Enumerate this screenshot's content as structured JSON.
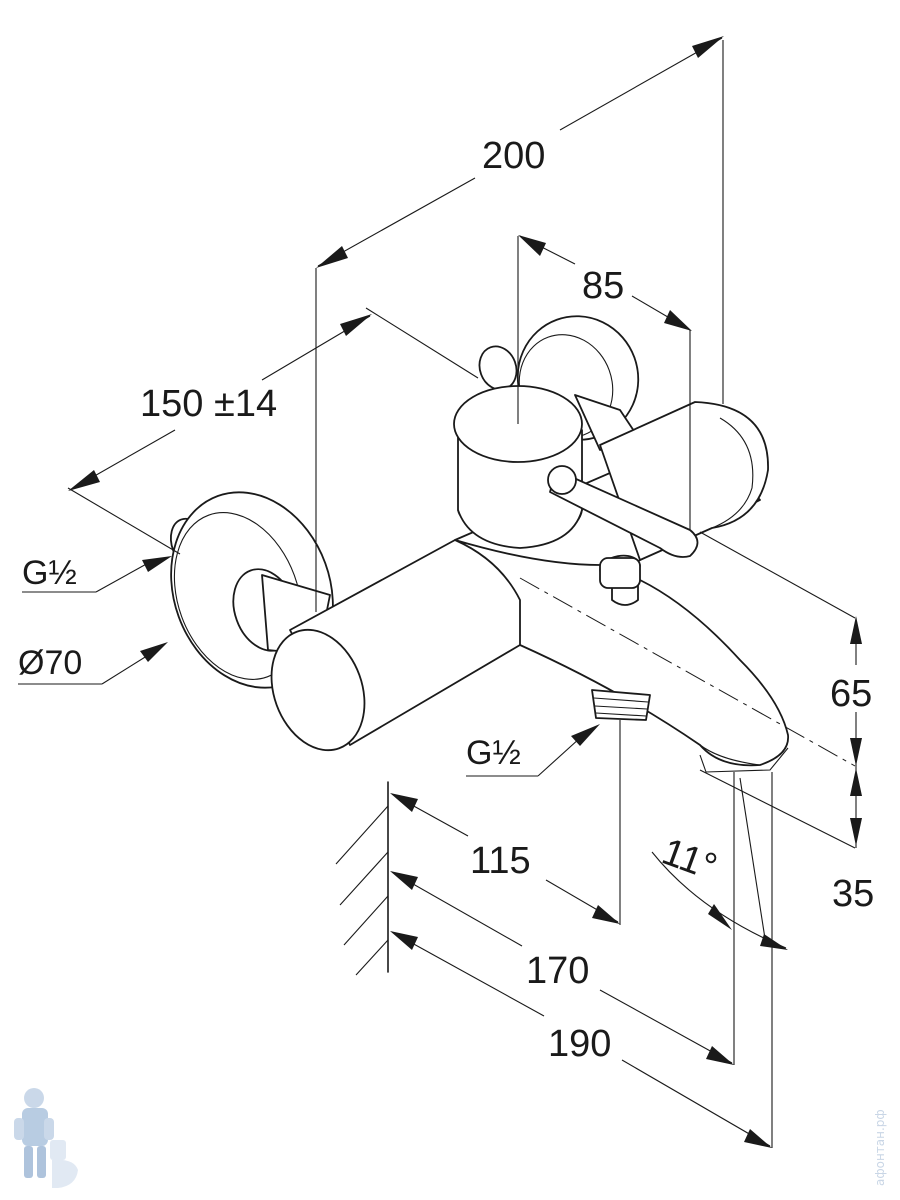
{
  "dimensions": {
    "overall_width": "200",
    "handle_offset": "85",
    "inlet_spacing": "150 ±14",
    "height_top": "65",
    "height_bottom": "35",
    "wall_to_outlet": "115",
    "wall_to_spout": "170",
    "wall_to_spout_tip": "190",
    "spout_angle": "11°"
  },
  "labels": {
    "inlet_thread": "G½",
    "rosette_diameter": "Ø70",
    "outlet_thread": "G½"
  },
  "watermark": {
    "site": "афонтан.рф",
    "logo": "plumber-mascot-icon"
  },
  "colors": {
    "line": "#1a1a1a",
    "background": "#ffffff",
    "watermark": "#c9d6e6"
  }
}
